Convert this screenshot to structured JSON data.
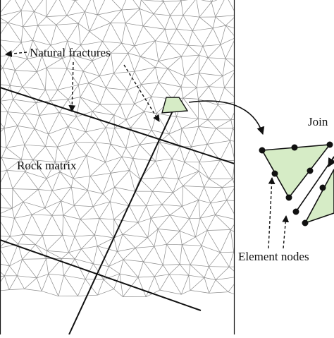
{
  "diagram": {
    "labels": {
      "natural_fractures": "Natural fractures",
      "rock_matrix": "Rock matrix",
      "element_nodes": "Element nodes",
      "joint": "Join"
    },
    "colors": {
      "mesh": "#8c8c8c",
      "fracture": "#111111",
      "highlight_fill": "#d6ecc6",
      "node": "#111111",
      "background": "#ffffff"
    }
  }
}
